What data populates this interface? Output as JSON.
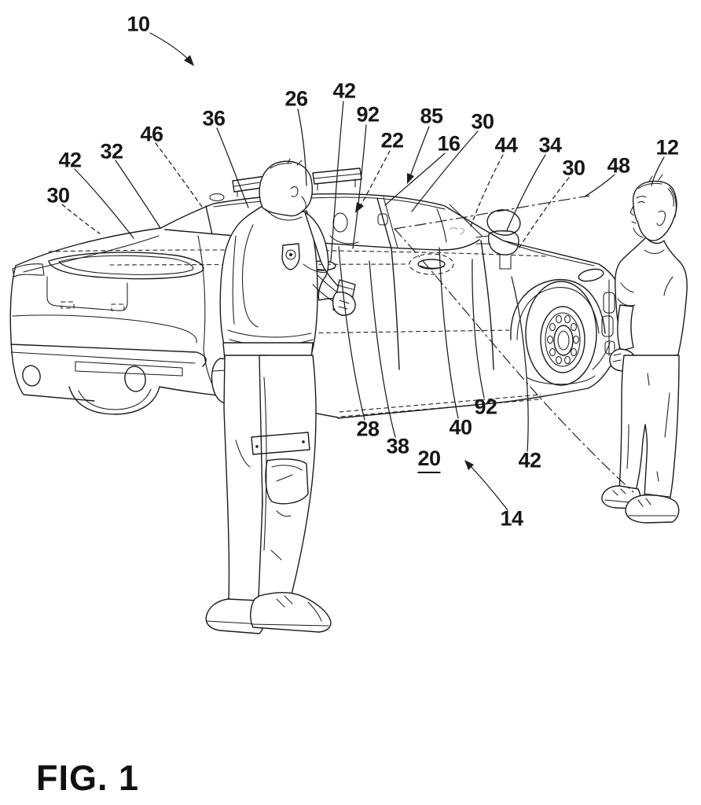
{
  "figure": {
    "caption": "FIG. 1",
    "type": "patent-line-drawing",
    "line_color": "#1c1c1c",
    "background_color": "#ffffff"
  },
  "labels": [
    {
      "text": "10",
      "underlined": false
    },
    {
      "text": "36",
      "underlined": false
    },
    {
      "text": "26",
      "underlined": false
    },
    {
      "text": "42",
      "underlined": false
    },
    {
      "text": "92",
      "underlined": false
    },
    {
      "text": "85",
      "underlined": false
    },
    {
      "text": "22",
      "underlined": false
    },
    {
      "text": "16",
      "underlined": false
    },
    {
      "text": "30",
      "underlined": false
    },
    {
      "text": "44",
      "underlined": false
    },
    {
      "text": "34",
      "underlined": false
    },
    {
      "text": "30",
      "underlined": false
    },
    {
      "text": "48",
      "underlined": false
    },
    {
      "text": "12",
      "underlined": false
    },
    {
      "text": "46",
      "underlined": false
    },
    {
      "text": "32",
      "underlined": false
    },
    {
      "text": "42",
      "underlined": false
    },
    {
      "text": "30",
      "underlined": false
    },
    {
      "text": "28",
      "underlined": false
    },
    {
      "text": "38",
      "underlined": false
    },
    {
      "text": "20",
      "underlined": true
    },
    {
      "text": "40",
      "underlined": false
    },
    {
      "text": "92",
      "underlined": false
    },
    {
      "text": "42",
      "underlined": false
    },
    {
      "text": "14",
      "underlined": false
    }
  ]
}
